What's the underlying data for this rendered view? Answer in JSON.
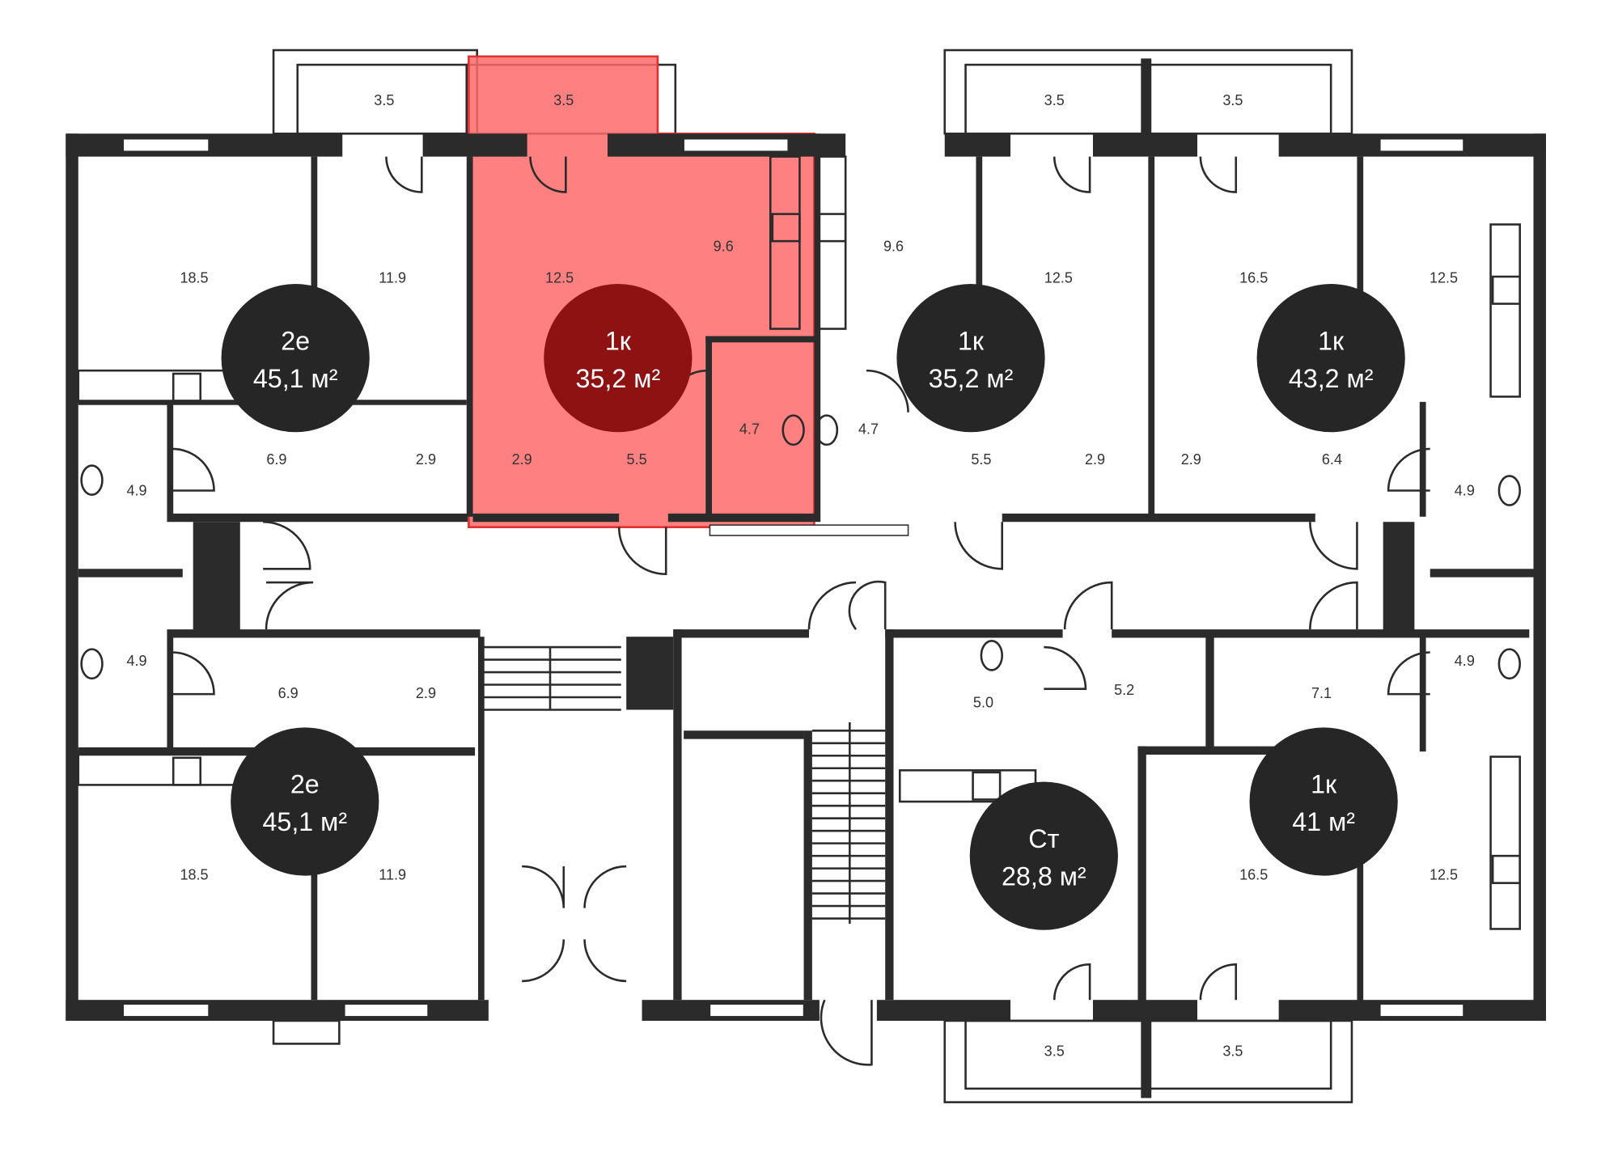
{
  "plan": {
    "highlight_color": "#ff6a6a",
    "highlight_border": "#9b1b1b",
    "badge_color": "#262626",
    "badge_selected_color": "#8e1212",
    "selected_apartment_index": 1
  },
  "apartments": [
    {
      "type": "2е",
      "area": "45,1 м²"
    },
    {
      "type": "1к",
      "area": "35,2 м²"
    },
    {
      "type": "1к",
      "area": "35,2 м²"
    },
    {
      "type": "1к",
      "area": "43,2 м²"
    },
    {
      "type": "2е",
      "area": "45,1 м²"
    },
    {
      "type": "Ст",
      "area": "28,8 м²"
    },
    {
      "type": "1к",
      "area": "41 м²"
    }
  ],
  "rooms": [
    "3.5",
    "3.5",
    "3.5",
    "3.5",
    "18.5",
    "11.9",
    "12.5",
    "9.6",
    "9.6",
    "12.5",
    "16.5",
    "12.5",
    "6.9",
    "2.9",
    "4.9",
    "2.9",
    "5.5",
    "4.7",
    "4.7",
    "5.5",
    "2.9",
    "2.9",
    "6.4",
    "4.9",
    "4.9",
    "6.9",
    "2.9",
    "5.0",
    "5.2",
    "7.1",
    "4.9",
    "18.5",
    "11.9",
    "16.5",
    "12.5",
    "3.5",
    "3.5"
  ]
}
